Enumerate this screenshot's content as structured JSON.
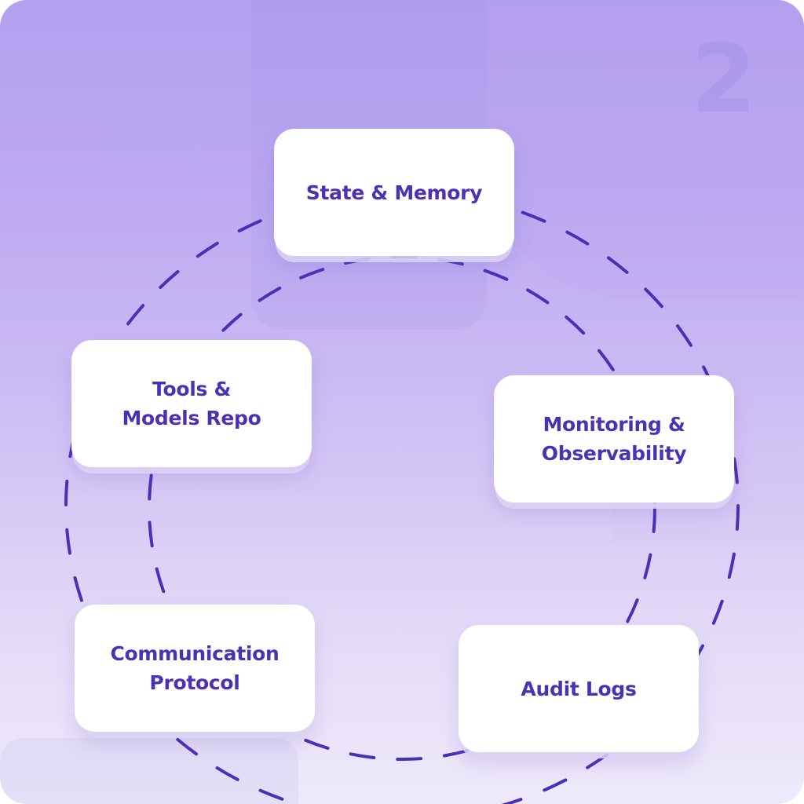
{
  "diagram": {
    "title": "",
    "watermark": "2",
    "colors": {
      "background_top": "#b3a0ef",
      "background_bottom": "#eee9fa",
      "card_fill": "#ffffff",
      "label_text": "#4b32b4",
      "ring_dash": "#4a2fb8"
    },
    "rings": [
      {
        "name": "outer-ring",
        "style": "dashed"
      },
      {
        "name": "inner-ring",
        "style": "dashed"
      }
    ],
    "nodes": [
      {
        "id": "state-memory",
        "label": "State & Memory"
      },
      {
        "id": "tools-models-repo",
        "label": "Tools &\nModels Repo"
      },
      {
        "id": "monitoring-observability",
        "label": "Monitoring &\nObservability"
      },
      {
        "id": "communication-protocol",
        "label": "Communication\nProtocol"
      },
      {
        "id": "audit-logs",
        "label": "Audit Logs"
      }
    ]
  }
}
